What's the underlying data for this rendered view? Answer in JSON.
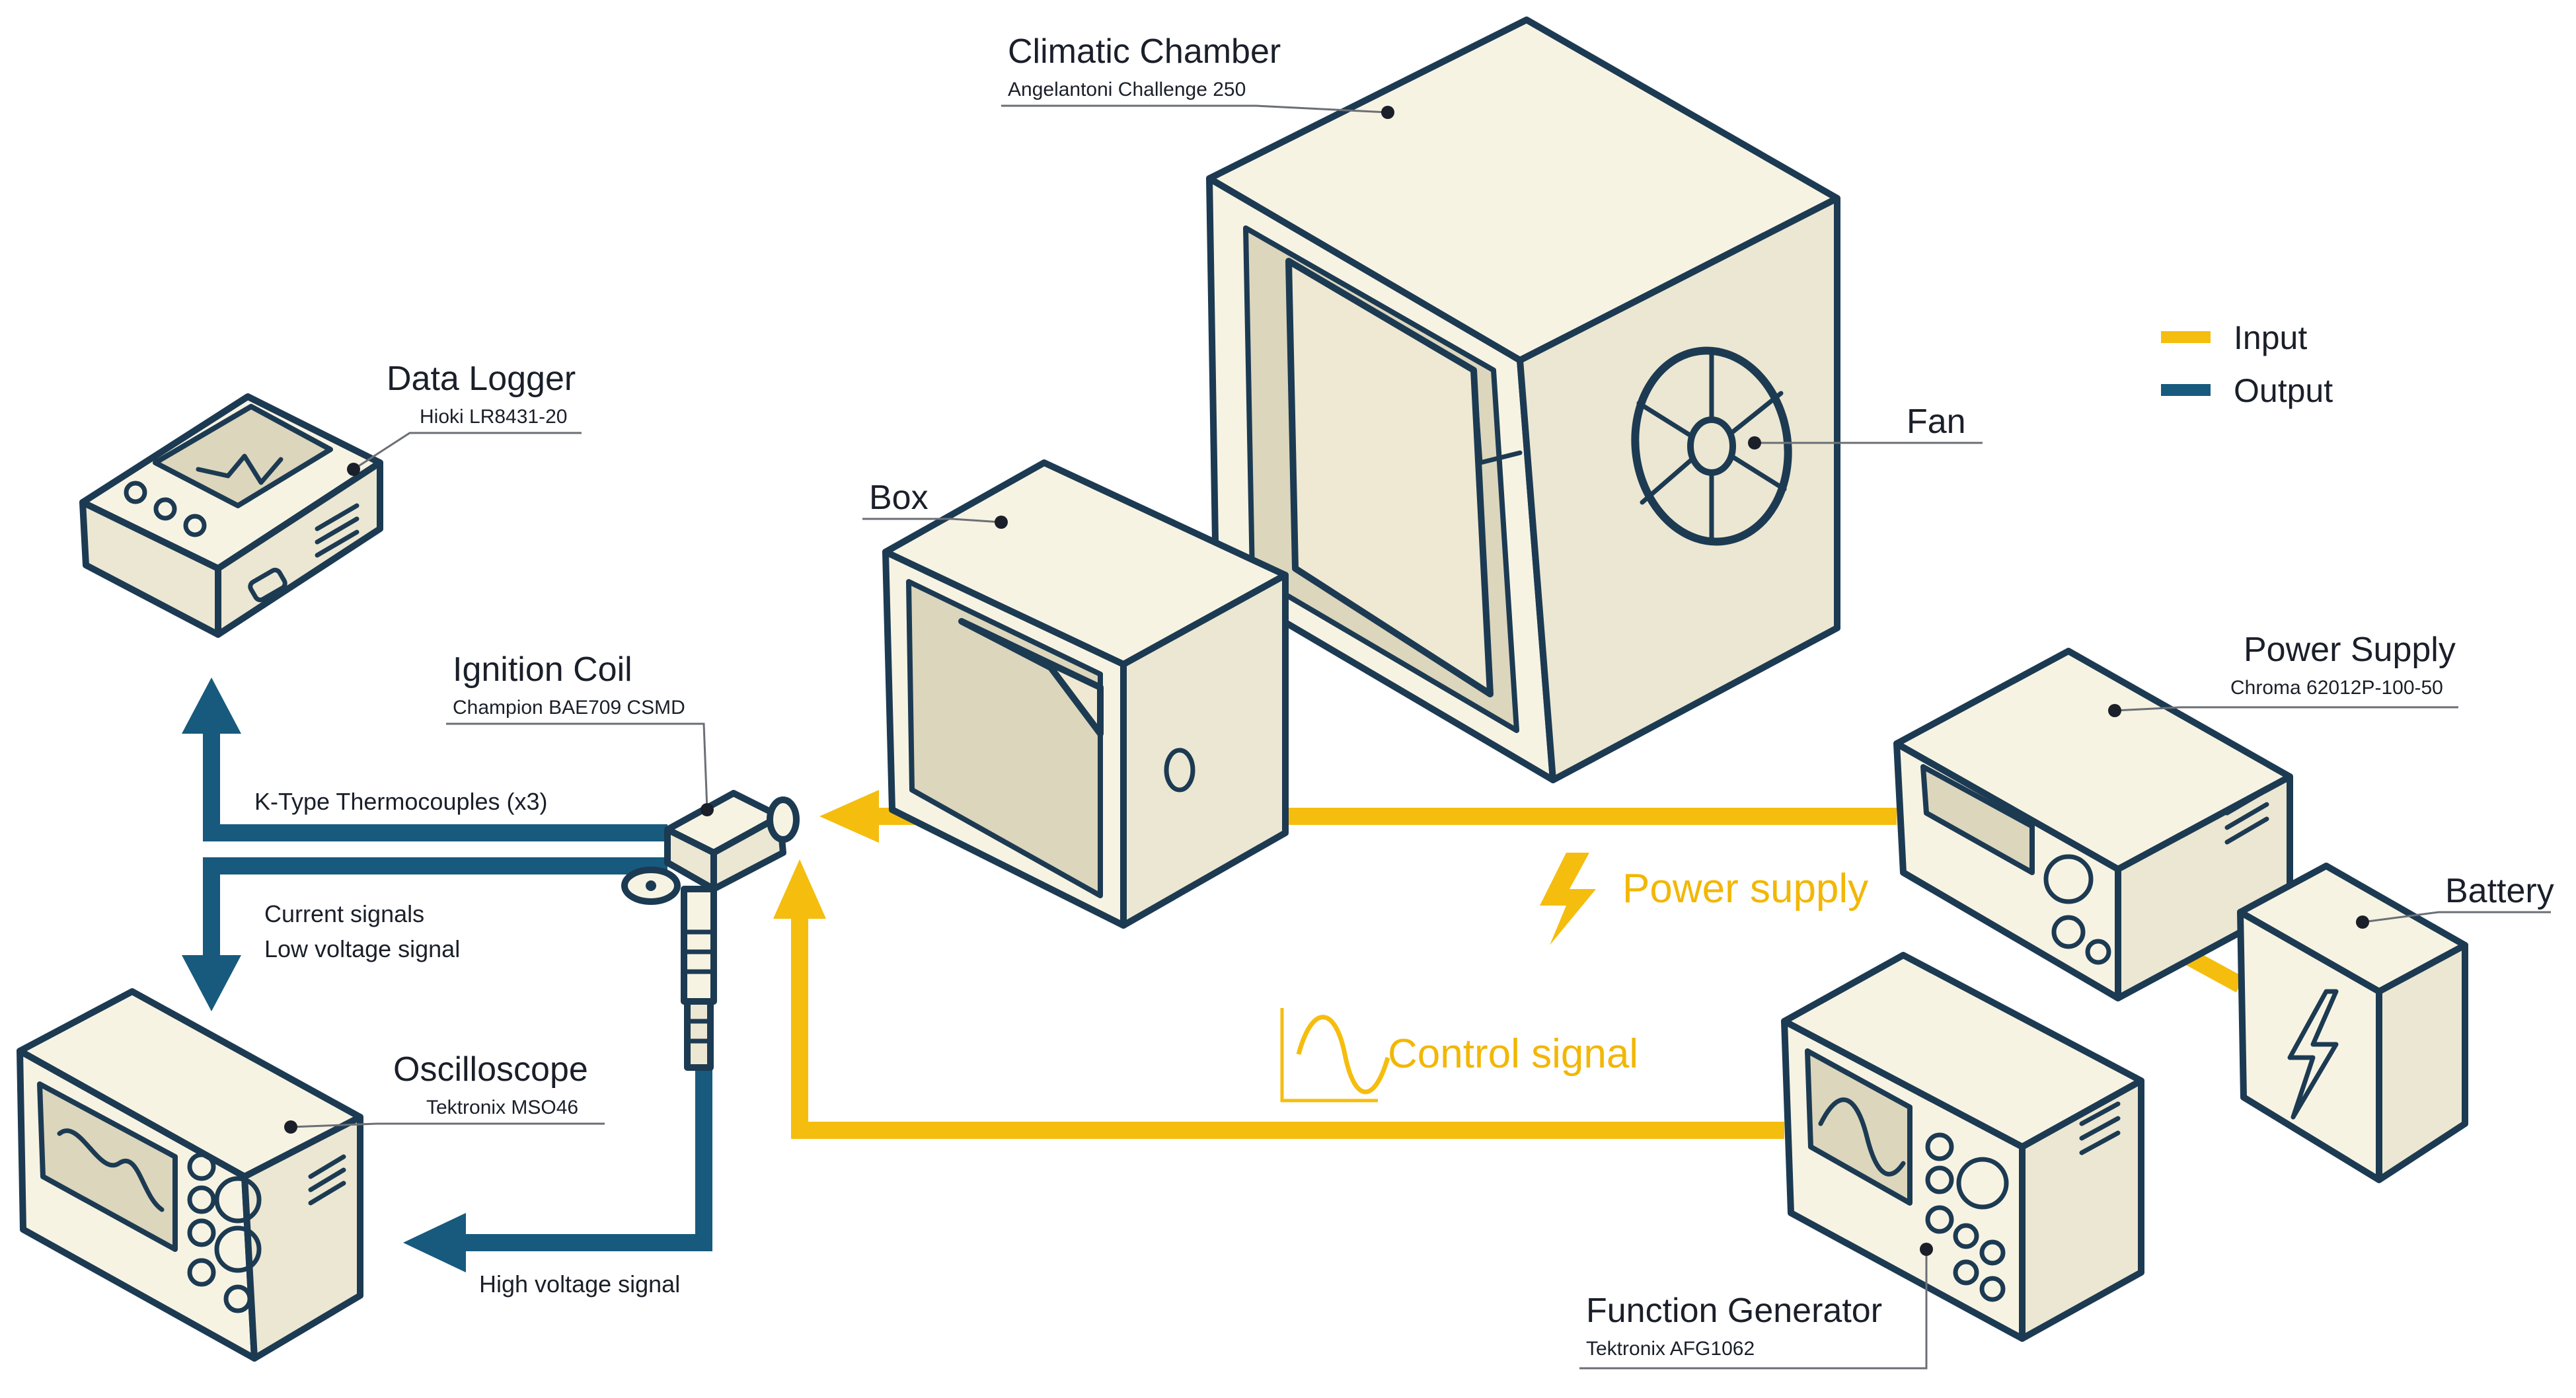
{
  "legend": {
    "input_label": "Input",
    "output_label": "Output",
    "input_color": "#f5bd0e",
    "output_color": "#175a7e"
  },
  "devices": {
    "climatic_chamber": {
      "title": "Climatic Chamber",
      "model": "Angelantoni Challenge 250"
    },
    "fan": {
      "title": "Fan"
    },
    "box": {
      "title": "Box"
    },
    "data_logger": {
      "title": "Data Logger",
      "model": "Hioki LR8431-20"
    },
    "ignition_coil": {
      "title": "Ignition Coil",
      "model": "Champion BAE709 CSMD"
    },
    "oscilloscope": {
      "title": "Oscilloscope",
      "model": "Tektronix MSO46"
    },
    "power_supply": {
      "title": "Power Supply",
      "model": "Chroma 62012P-100-50"
    },
    "battery": {
      "title": "Battery"
    },
    "function_generator": {
      "title": "Function Generator",
      "model": "Tektronix AFG1062"
    }
  },
  "flows": {
    "thermocouples": "K-Type Thermocouples (x3)",
    "current_signals": "Current signals",
    "low_voltage": "Low voltage signal",
    "high_voltage": "High voltage signal",
    "power_supply": "Power supply",
    "control_signal": "Control signal"
  },
  "icons": [
    "lightning-icon",
    "sine-wave-icon",
    "fan-icon"
  ]
}
